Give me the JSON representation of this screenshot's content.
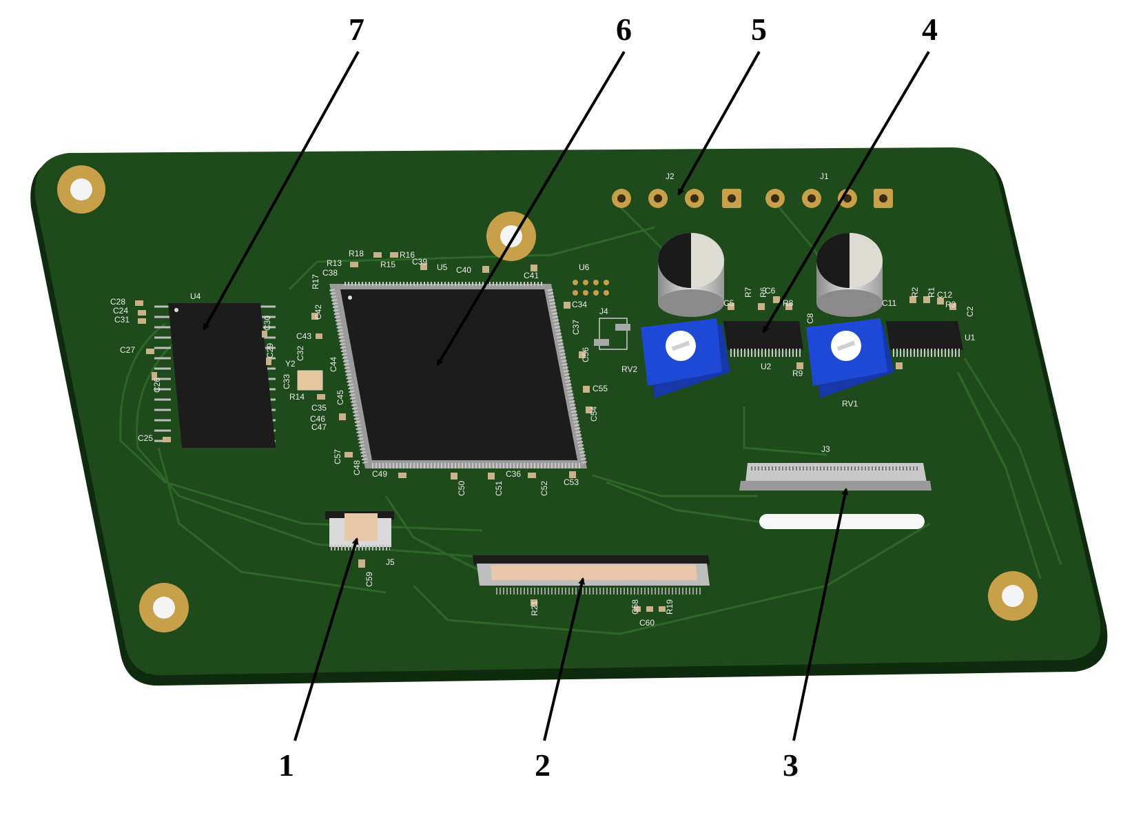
{
  "callouts": [
    {
      "id": "1",
      "label": "1"
    },
    {
      "id": "2",
      "label": "2"
    },
    {
      "id": "3",
      "label": "3"
    },
    {
      "id": "4",
      "label": "4"
    },
    {
      "id": "5",
      "label": "5"
    },
    {
      "id": "6",
      "label": "6"
    },
    {
      "id": "7",
      "label": "7"
    }
  ],
  "designators": {
    "u4": "U4",
    "u5": "U5",
    "u6": "U6",
    "u2": "U2",
    "u1": "U1",
    "j1": "J1",
    "j2": "J2",
    "j3": "J3",
    "j4": "J4",
    "j5": "J5",
    "rv1": "RV1",
    "rv2": "RV2",
    "y2": "Y2",
    "r13": "R13",
    "r18": "R18",
    "r16": "R16",
    "r15": "R15",
    "r17": "R17",
    "r14": "R14",
    "r7": "R7",
    "r6": "R6",
    "r8": "R8",
    "r9": "R9",
    "r2": "R2",
    "r1": "R1",
    "r3": "R3",
    "r19": "R19",
    "r21": "R21",
    "c38": "C38",
    "c39": "C39",
    "c40": "C40",
    "c41": "C41",
    "c34": "C34",
    "c37": "C37",
    "c56": "C56",
    "c55": "C55",
    "c54": "C54",
    "c28": "C28",
    "c24": "C24",
    "c31": "C31",
    "c27": "C27",
    "c26": "C26",
    "c25": "C25",
    "c30": "C30",
    "c29": "C29",
    "c33": "C33",
    "c32": "C32",
    "c42": "C42",
    "c43": "C43",
    "c44": "C44",
    "c45": "C45",
    "c35": "C35",
    "c46": "C46",
    "c47": "C47",
    "c57": "C57",
    "c48": "C48",
    "c49": "C49",
    "c50": "C50",
    "c51": "C51",
    "c36": "C36",
    "c52": "C52",
    "c53": "C53",
    "c5": "C5",
    "c6": "C6",
    "c8": "C8",
    "c11": "C11",
    "c12": "C12",
    "c2": "C2",
    "c58": "C58",
    "c60": "C60",
    "c59": "C59"
  },
  "colors": {
    "board": "#1f4a1c",
    "board_edge": "#12300f",
    "trace": "#2f6a2a",
    "pad_gold": "#c8a04a",
    "ic_body": "#1c1c1c",
    "pot_blue": "#1e49d6",
    "connector_grey": "#c8c8c8",
    "connector_tan": "#e8c7a8"
  }
}
